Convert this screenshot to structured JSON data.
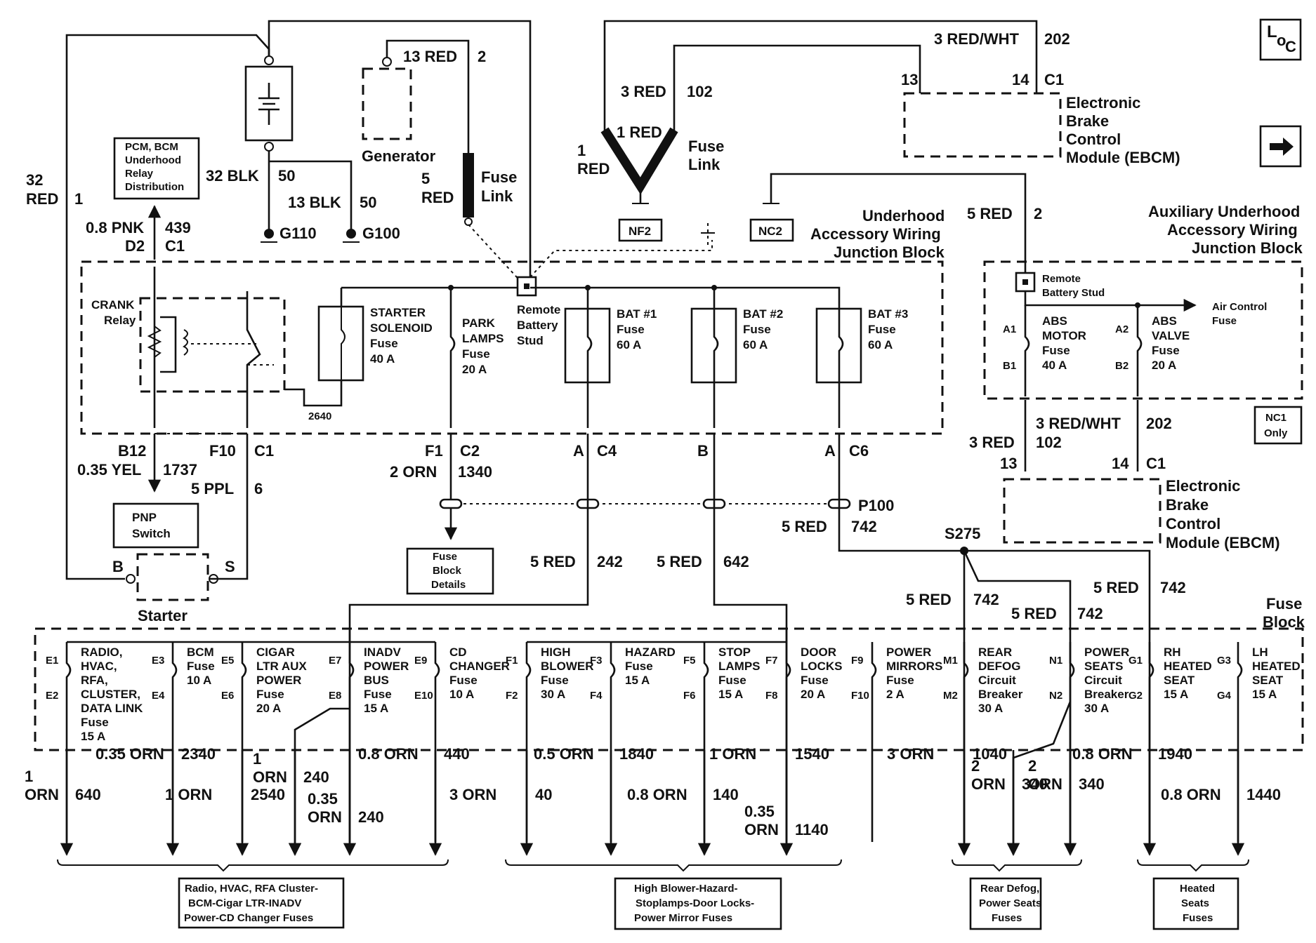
{
  "header": {
    "loc_icon_text": [
      "L",
      "o",
      "C"
    ],
    "arrow_icon": "arrow-right-icon"
  },
  "battery": {
    "wire_top": [
      "32",
      "RED",
      "1"
    ],
    "ground_wire_1": [
      "32 BLK",
      "50"
    ],
    "ground_wire_2": [
      "13 BLK",
      "50"
    ],
    "grounds": [
      "G110",
      "G100"
    ]
  },
  "generator": {
    "label": "Generator",
    "wire": [
      "13 RED",
      "2"
    ]
  },
  "fuse_link_left": {
    "wire": [
      "5",
      "RED"
    ],
    "label": [
      "Fuse",
      "Link"
    ]
  },
  "pcm_box": [
    "PCM, BCM",
    "Underhood",
    "Relay",
    "Distribution"
  ],
  "pnk_wire": [
    "0.8 PNK",
    "439",
    "D2",
    "C1"
  ],
  "crank_relay": [
    "CRANK",
    "Relay"
  ],
  "starter_solenoid_fuse": [
    "STARTER",
    "SOLENOID",
    "Fuse",
    "40 A"
  ],
  "park_lamps_fuse": [
    "PARK",
    "LAMPS",
    "Fuse",
    "20 A"
  ],
  "remote_stud_left": [
    "Remote",
    "Battery",
    "Stud"
  ],
  "bat_fuses": [
    {
      "name": [
        "BAT #1",
        "Fuse",
        "60 A"
      ],
      "pin": [
        "A",
        "C4"
      ],
      "wire": [
        "5 RED",
        "242"
      ]
    },
    {
      "name": [
        "BAT #2",
        "Fuse",
        "60 A"
      ],
      "pin": [
        "B",
        ""
      ],
      "wire": [
        "5 RED",
        "642"
      ]
    },
    {
      "name": [
        "BAT #3",
        "Fuse",
        "60 A"
      ],
      "pin": [
        "A",
        "C6"
      ],
      "wire": [
        "5 RED",
        "742"
      ]
    }
  ],
  "wire_2640": "2640",
  "ujb_left_label": [
    "Underhood",
    "Accessory Wiring",
    "Junction Block"
  ],
  "connectors_left": {
    "b12": "B12",
    "f10": "F10",
    "c1": "C1",
    "yel": [
      "0.35 YEL",
      "1737"
    ],
    "ppl": [
      "5 PPL",
      "6"
    ],
    "f1": "F1",
    "c2": "C2",
    "orn": [
      "2 ORN",
      "1340"
    ]
  },
  "pnp_switch": [
    "PNP",
    "Switch"
  ],
  "starter": {
    "label": "Starter",
    "b": "B",
    "s": "S"
  },
  "fuse_block_details": [
    "Fuse",
    "Block",
    "Details"
  ],
  "p100": "P100",
  "top_center": {
    "wire_3red": [
      "3 RED",
      "102"
    ],
    "wire_1red_left": [
      "1",
      "RED"
    ],
    "wire_1red_mid": "1 RED",
    "fuse_link": [
      "Fuse",
      "Link"
    ],
    "nf2": "NF2",
    "nc2": "NC2"
  },
  "ebcm_top": {
    "wire": [
      "3 RED/WHT",
      "202"
    ],
    "pins": [
      "13",
      "14",
      "C1"
    ],
    "label": [
      "Electronic",
      "Brake",
      "Control",
      "Module (EBCM)"
    ]
  },
  "aux_block": {
    "wire_in": [
      "5 RED",
      "2"
    ],
    "label": [
      "Auxiliary Underhood",
      "Accessory Wiring",
      "Junction Block"
    ],
    "stud": [
      "Remote",
      "Battery Stud"
    ],
    "air_control": [
      "Air Control",
      "Fuse"
    ],
    "abs_motor": [
      "ABS",
      "MOTOR",
      "Fuse",
      "40 A"
    ],
    "abs_valve": [
      "ABS",
      "VALVE",
      "Fuse",
      "20 A"
    ],
    "pins": [
      "A1",
      "B1",
      "A2",
      "B2"
    ],
    "nc1": [
      "NC1",
      "Only"
    ]
  },
  "ebcm_bottom": {
    "wire_a": [
      "3 RED",
      "102"
    ],
    "wire_b": [
      "3 RED/WHT",
      "202"
    ],
    "pins": [
      "13",
      "14",
      "C1"
    ],
    "label": [
      "Electronic",
      "Brake",
      "Control",
      "Module (EBCM)"
    ]
  },
  "splice": {
    "name": "S275",
    "wires": [
      [
        "5 RED",
        "742"
      ],
      [
        "5 RED",
        "742"
      ],
      [
        "5 RED",
        "742"
      ]
    ]
  },
  "fuse_block_label": [
    "Fuse",
    "Block"
  ],
  "fuse_block_fuses": [
    {
      "pins": [
        "E1",
        "E2"
      ],
      "name": [
        "RADIO,",
        "HVAC,",
        "RFA,",
        "CLUSTER,",
        "DATA LINK",
        "Fuse",
        "15 A"
      ]
    },
    {
      "pins": [
        "E3",
        "E4"
      ],
      "name": [
        "BCM",
        "Fuse",
        "10 A"
      ]
    },
    {
      "pins": [
        "E5",
        "E6"
      ],
      "name": [
        "CIGAR",
        "LTR AUX",
        "POWER",
        "Fuse",
        "20 A"
      ]
    },
    {
      "pins": [
        "E7",
        "E8"
      ],
      "name": [
        "INADV",
        "POWER",
        "BUS",
        "Fuse",
        "15 A"
      ]
    },
    {
      "pins": [
        "E9",
        "E10"
      ],
      "name": [
        "CD",
        "CHANGER",
        "Fuse",
        "10 A"
      ]
    },
    {
      "pins": [
        "F1",
        "F2"
      ],
      "name": [
        "HIGH",
        "BLOWER",
        "Fuse",
        "30 A"
      ]
    },
    {
      "pins": [
        "F3",
        "F4"
      ],
      "name": [
        "HAZARD",
        "Fuse",
        "15 A"
      ]
    },
    {
      "pins": [
        "F5",
        "F6"
      ],
      "name": [
        "STOP",
        "LAMPS",
        "Fuse",
        "15 A"
      ]
    },
    {
      "pins": [
        "F7",
        "F8"
      ],
      "name": [
        "DOOR",
        "LOCKS",
        "Fuse",
        "20 A"
      ]
    },
    {
      "pins": [
        "F9",
        "F10"
      ],
      "name": [
        "POWER",
        "MIRRORS",
        "Fuse",
        "2 A"
      ]
    },
    {
      "pins": [
        "M1",
        "M2"
      ],
      "name": [
        "REAR",
        "DEFOG",
        "Circuit",
        "Breaker",
        "30 A"
      ]
    },
    {
      "pins": [
        "N1",
        "N2"
      ],
      "name": [
        "POWER",
        "SEATS",
        "Circuit",
        "Breaker",
        "30 A"
      ]
    },
    {
      "pins": [
        "G1",
        "G2"
      ],
      "name": [
        "RH",
        "HEATED",
        "SEAT",
        "15 A"
      ]
    },
    {
      "pins": [
        "G3",
        "G4"
      ],
      "name": [
        "LH",
        "HEATED",
        "SEAT",
        "15 A"
      ]
    }
  ],
  "output_wires": [
    [
      "1",
      "ORN",
      "640"
    ],
    [
      "0.35 ORN",
      "2340"
    ],
    [
      "1 ORN",
      "2540"
    ],
    [
      "1",
      "ORN",
      "240"
    ],
    [
      "0.35",
      "ORN",
      "240"
    ],
    [
      "0.8 ORN",
      "440"
    ],
    [
      "3 ORN",
      "40"
    ],
    [
      "0.5 ORN",
      "1840"
    ],
    [
      "0.8 ORN",
      "140"
    ],
    [
      "1 ORN",
      "1540"
    ],
    [
      "0.35",
      "ORN",
      "1140"
    ],
    [
      "3 ORN",
      "1040"
    ],
    [
      "2",
      "ORN",
      "340"
    ],
    [
      "2",
      "ORN",
      "340"
    ],
    [
      "0.8 ORN",
      "1940"
    ],
    [
      "0.8 ORN",
      "1440"
    ]
  ],
  "bottom_groups": [
    [
      "Radio, HVAC, RFA Cluster-",
      "BCM-Cigar LTR-INADV",
      "Power-CD Changer Fuses"
    ],
    [
      "High Blower-Hazard-",
      "Stoplamps-Door Locks-",
      "Power Mirror Fuses"
    ],
    [
      "Rear Defog,",
      "Power Seats",
      "Fuses"
    ],
    [
      "Heated",
      "Seats",
      "Fuses"
    ]
  ]
}
